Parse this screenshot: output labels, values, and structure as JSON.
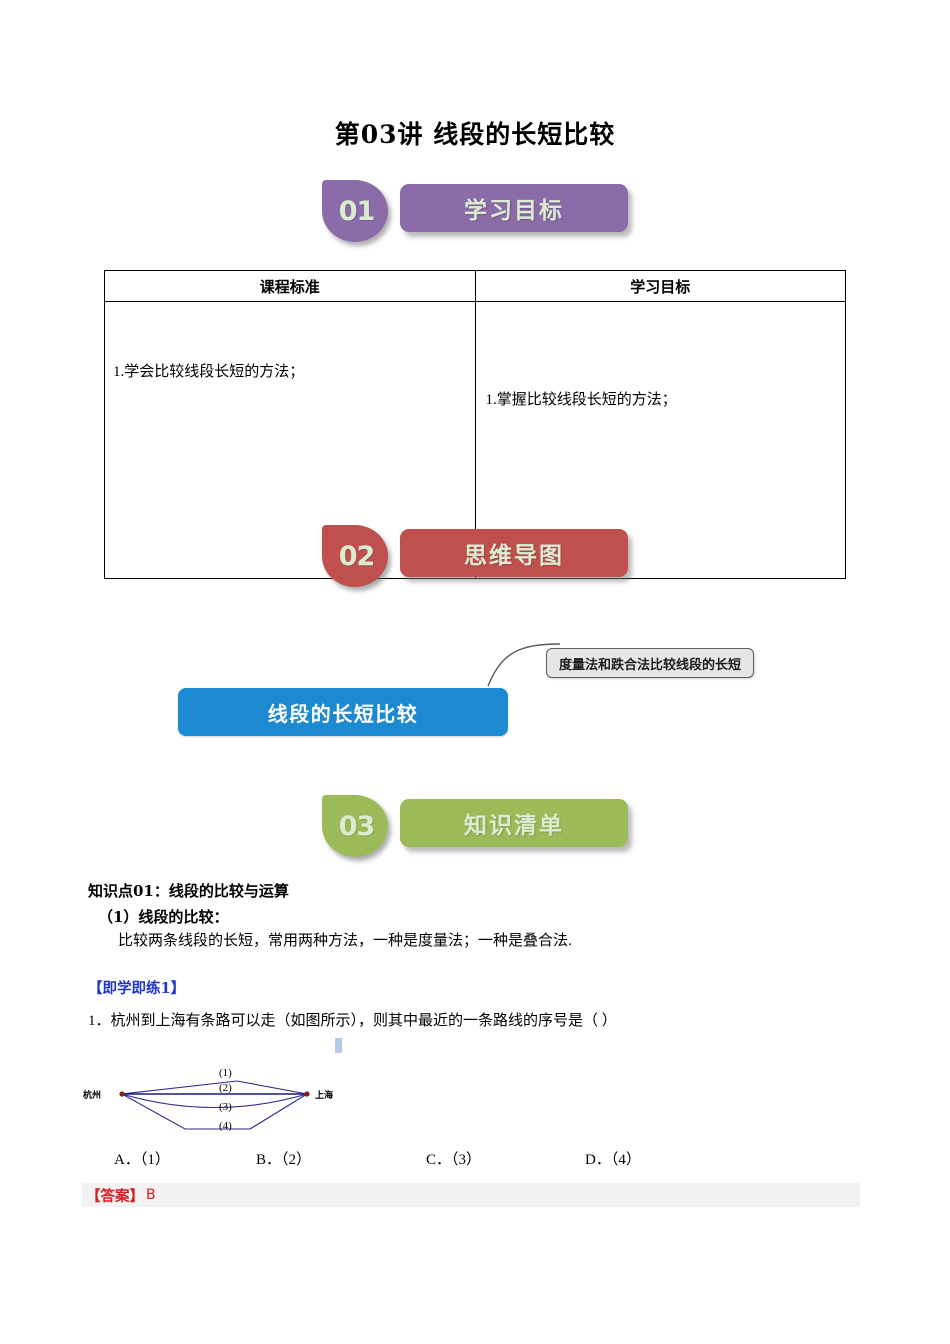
{
  "document": {
    "title": "第03讲 线段的长短比较"
  },
  "sections": [
    {
      "number": "01",
      "label": "学习目标",
      "color": "#8b6ba8"
    },
    {
      "number": "02",
      "label": "思维导图",
      "color": "#c0504d"
    },
    {
      "number": "03",
      "label": "知识清单",
      "color": "#9bbb59"
    }
  ],
  "objectives_table": {
    "headers": [
      "课程标准",
      "学习目标"
    ],
    "rows": [
      [
        "1.学会比较线段长短的方法；",
        "1.掌握比较线段长短的方法；"
      ]
    ]
  },
  "mindmap": {
    "root": "线段的长短比较",
    "root_color": "#1c8ad0",
    "branches": [
      "度量法和跌合法比较线段的长短"
    ],
    "branch_color": "#e6e6e6"
  },
  "knowledge": {
    "point_heading": "知识点01：线段的比较与运算",
    "sub_heading": "（1）线段的比较：",
    "body": "比较两条线段的长短，常用两种方法，一种是度量法；一种是叠合法."
  },
  "practice": {
    "tag": "【即学即练1】",
    "tag_color": "#1e35c8",
    "question_number": "1．",
    "question_text": "杭州到上海有条路可以走（如图所示），则其中最近的一条路线的序号是（   ）",
    "figure": {
      "left_city": "杭州",
      "right_city": "上海",
      "route_labels": [
        "(1)",
        "(2)",
        "(3)",
        "(4)"
      ],
      "line_color": "#2a2a8c",
      "node_color": "#8b1a1a"
    },
    "options": [
      "A．（1）",
      "B．（2）",
      "C．（3）",
      "D．（4）"
    ],
    "answer_label": "【答案】",
    "answer_value": "B",
    "answer_color": "#d32020",
    "answer_band_color": "#f2f2f2"
  }
}
